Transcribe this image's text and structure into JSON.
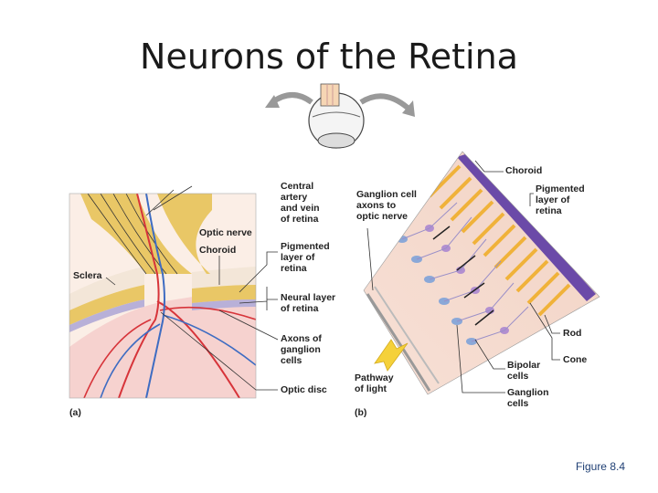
{
  "slide": {
    "title": "Neurons of the Retina",
    "caption": "Figure 8.4"
  },
  "panel_a": {
    "tag": "(a)",
    "labels": {
      "central_artery": [
        "Central",
        "artery",
        "and vein",
        "of retina"
      ],
      "optic_nerve": "Optic nerve",
      "choroid": "Choroid",
      "sclera": "Sclera",
      "pigmented_layer": [
        "Pigmented",
        "layer of",
        "retina"
      ],
      "neural_layer": [
        "Neural layer",
        "of retina"
      ],
      "axons": [
        "Axons of",
        "ganglion",
        "cells"
      ],
      "optic_disc": "Optic disc"
    }
  },
  "panel_b": {
    "tag": "(b)",
    "labels": {
      "ganglion_axons": [
        "Ganglion cell",
        "axons to",
        "optic nerve"
      ],
      "choroid": "Choroid",
      "pigmented_layer": [
        "Pigmented",
        "layer of",
        "retina"
      ],
      "rod": "Rod",
      "cone": "Cone",
      "bipolar": [
        "Bipolar",
        "cells"
      ],
      "ganglion": [
        "Ganglion",
        "cells"
      ],
      "pathway": [
        "Pathway",
        "of light"
      ]
    }
  },
  "colors": {
    "nerve": "#e9c766",
    "choroid": "#e8586a",
    "pigment": "#6b4aa8",
    "rods": "#f0b23a",
    "neuron": "#8aa8d8",
    "artery": "#d7343a",
    "vein": "#3e6cc2",
    "caption": "#1f3f74"
  }
}
